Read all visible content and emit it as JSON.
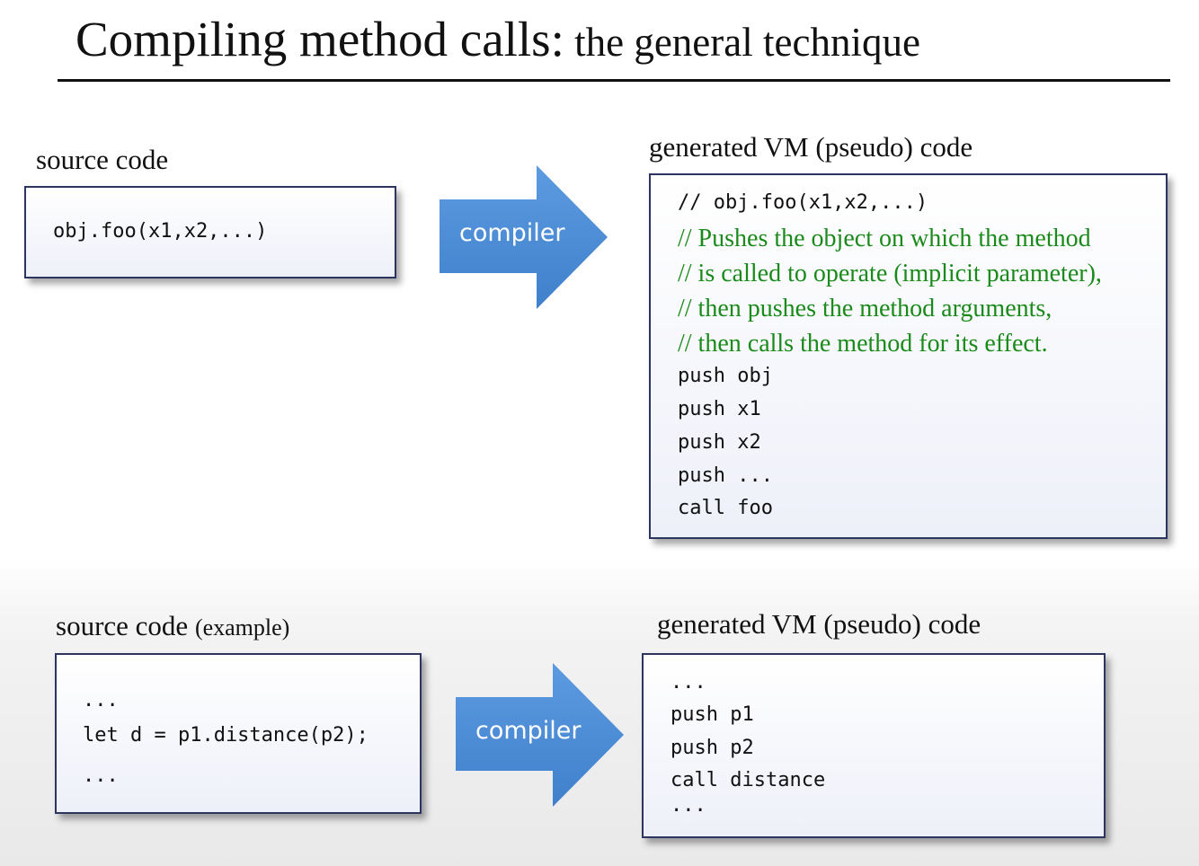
{
  "title": {
    "main": "Compiling method calls:",
    "sub": " the general technique"
  },
  "top": {
    "source_label": "source code",
    "source_code": "obj.foo(x1,x2,...)",
    "arrow_label": "compiler",
    "vm_label": "generated VM (pseudo) code",
    "vm_comment_code": "// obj.foo(x1,x2,...)",
    "vm_comments": [
      "// Pushes the object on which the method",
      "// is called to operate (implicit parameter),",
      "// then pushes the method arguments,",
      "// then calls the method for its effect."
    ],
    "vm_code": [
      "push obj",
      "push x1",
      "push x2",
      "push ...",
      "call foo"
    ]
  },
  "bottom": {
    "source_label": "source code",
    "source_label_suffix": "(example)",
    "source_code": [
      "...",
      "let d = p1.distance(p2);",
      "..."
    ],
    "arrow_label": "compiler",
    "vm_label": "generated VM (pseudo) code",
    "vm_code": [
      "...",
      "push p1",
      "push p2",
      "call distance",
      "..."
    ]
  },
  "colors": {
    "arrow": "#4e8ed6",
    "comment": "#1a8a1a",
    "box_border": "#2c3560"
  }
}
